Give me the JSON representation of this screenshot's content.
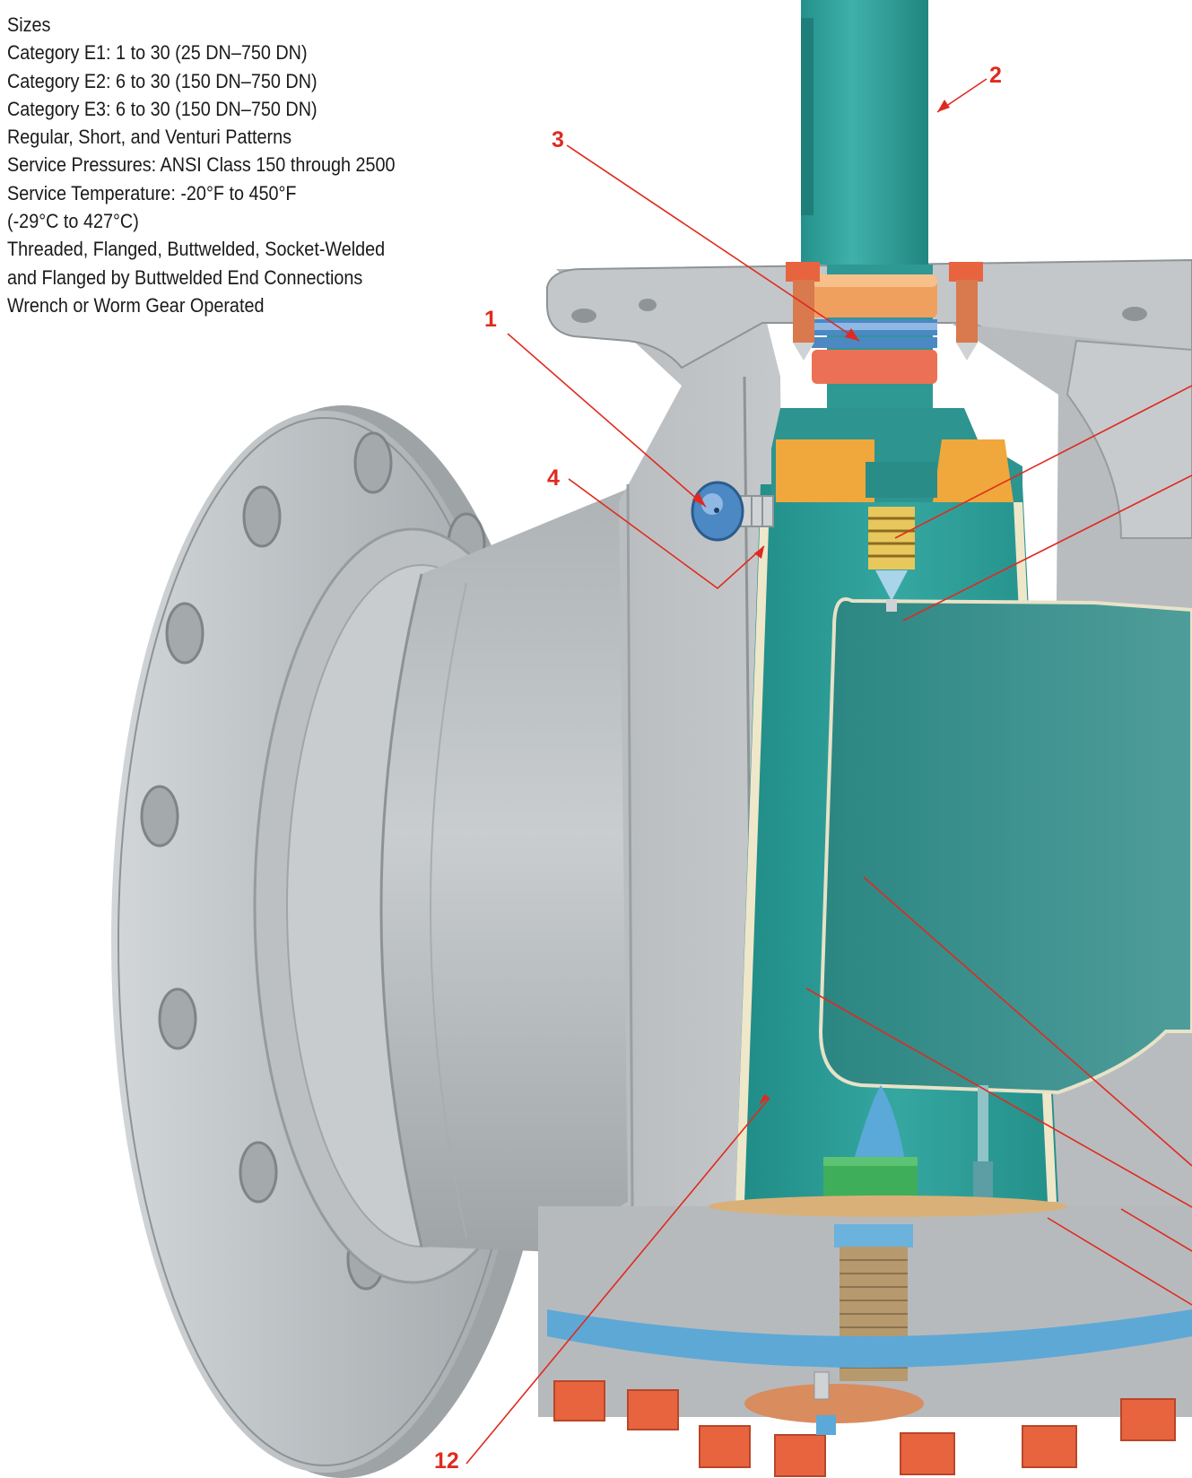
{
  "spec": {
    "lines": [
      "Sizes",
      "Category E1: 1 to 30 (25 DN–750 DN)",
      "Category E2: 6 to 30 (150 DN–750 DN)",
      "Category E3: 6 to 30 (150 DN–750 DN)",
      "Regular, Short, and Venturi Patterns",
      "Service Pressures: ANSI Class 150 through 2500",
      "Service Temperature: -20°F to 450°F",
      "(-29°C to 427°C)",
      "Threaded, Flanged, Buttwelded, Socket-Welded",
      "and Flanged by Buttwelded End Connections",
      "Wrench or Worm Gear Operated"
    ]
  },
  "callouts": {
    "c1": "1",
    "c2": "2",
    "c3": "3",
    "c4": "4",
    "c12": "12"
  },
  "colors": {
    "body_gray": "#b9bdc0",
    "teal": "#2f9a94",
    "leader_red": "#e02a1f",
    "bolt_orange": "#e8643e",
    "gland_orange": "#f0a05e"
  }
}
